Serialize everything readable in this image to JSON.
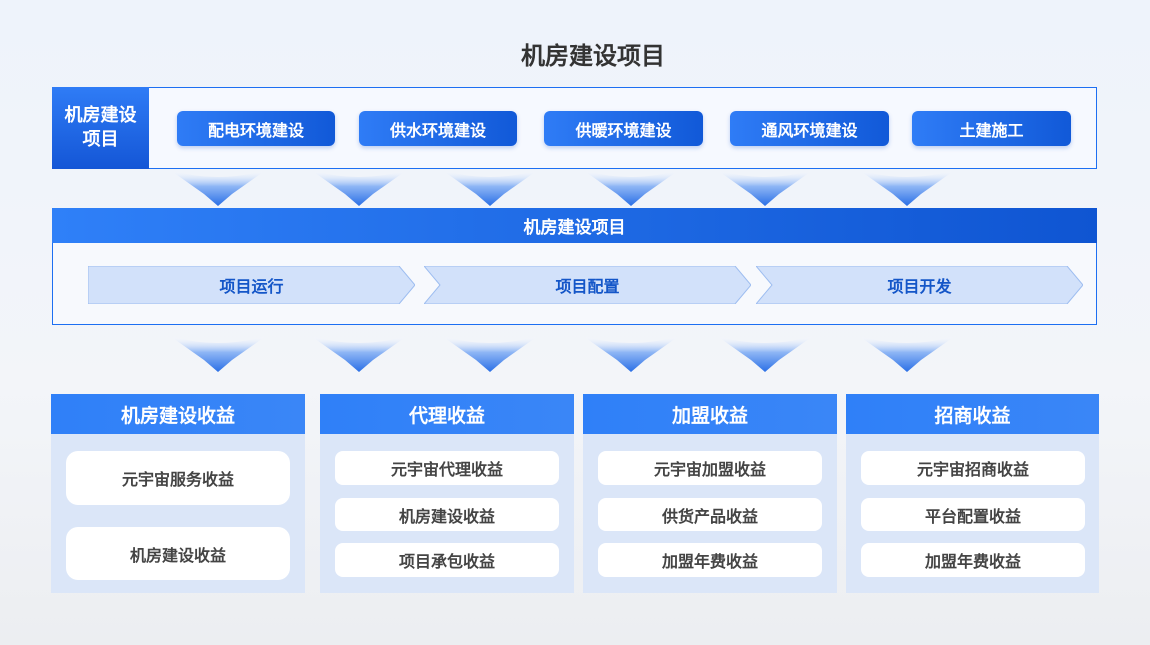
{
  "title": "机房建设项目",
  "top": {
    "label": "机房建设项目",
    "items": [
      "配电环境建设",
      "供水环境建设",
      "供暖环境建设",
      "通风环境建设",
      "土建施工"
    ]
  },
  "middle": {
    "header": "机房建设项目",
    "stages": [
      "项目运行",
      "项目配置",
      "项目开发"
    ]
  },
  "columns": [
    {
      "title": "机房建设收益",
      "items": [
        "元宇宙服务收益",
        "机房建设收益"
      ]
    },
    {
      "title": "代理收益",
      "items": [
        "元宇宙代理收益",
        "机房建设收益",
        "项目承包收益"
      ]
    },
    {
      "title": "加盟收益",
      "items": [
        "元宇宙加盟收益",
        "供货产品收益",
        "加盟年费收益"
      ]
    },
    {
      "title": "招商收益",
      "items": [
        "元宇宙招商收益",
        "平台配置收益",
        "加盟年费收益"
      ]
    }
  ],
  "colors": {
    "primary": "#1d6ff2",
    "dark": "#1456d6",
    "panel": "#dbe6f8",
    "chevron": "#d0e0fa"
  }
}
